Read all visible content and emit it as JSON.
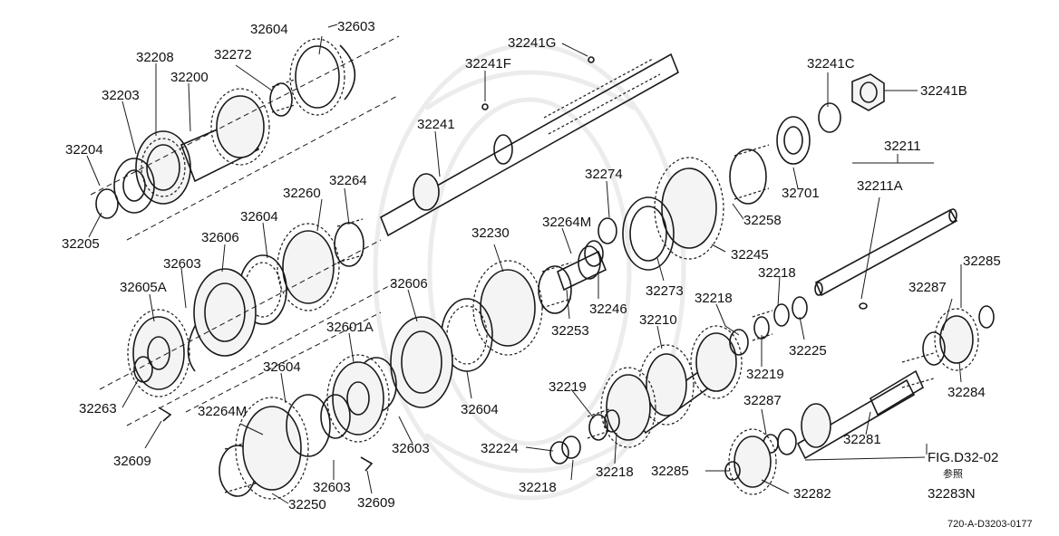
{
  "parts": {
    "p32604_top": "32604",
    "p32603_top": "32603",
    "p32208": "32208",
    "p32272": "32272",
    "p32203": "32203",
    "p32200": "32200",
    "p32204": "32204",
    "p32205": "32205",
    "p32241G": "32241G",
    "p32241F": "32241F",
    "p32241": "32241",
    "p32241C": "32241C",
    "p32241B": "32241B",
    "p32211": "32211",
    "p32211A": "32211A",
    "p32701": "32701",
    "p32274": "32274",
    "p32258": "32258",
    "p32260": "32260",
    "p32264": "32264",
    "p32604_mid": "32604",
    "p32606_left": "32606",
    "p32603_left": "32603",
    "p32605A": "32605A",
    "p32263": "32263",
    "p32609_left": "32609",
    "p32230": "32230",
    "p32264M_mid": "32264M",
    "p32245": "32245",
    "p32273": "32273",
    "p32246": "32246",
    "p32253": "32253",
    "p32606_mid": "32606",
    "p32601A": "32601A",
    "p32604_low": "32604",
    "p32604_lower": "32604",
    "p32603_low": "32603",
    "p32218_a": "32218",
    "p32218_b": "32218",
    "p32219_a": "32219",
    "p32225": "32225",
    "p32210": "32210",
    "p32219_b": "32219",
    "p32287_top": "32287",
    "p32285_top": "32285",
    "p32284": "32284",
    "p32287_low": "32287",
    "p32281": "32281",
    "p32264M_low": "32264M",
    "p32224": "32224",
    "p32218_c": "32218",
    "p32218_d": "32218",
    "p32285_low": "32285",
    "p32282": "32282",
    "p32603_bottom": "32603",
    "p32609_bottom": "32609",
    "p32250": "32250"
  },
  "reference": {
    "fig": "FIG.D32-02",
    "note": "参照",
    "code": "32283N"
  },
  "image_code": "720-A-D3203-0177"
}
